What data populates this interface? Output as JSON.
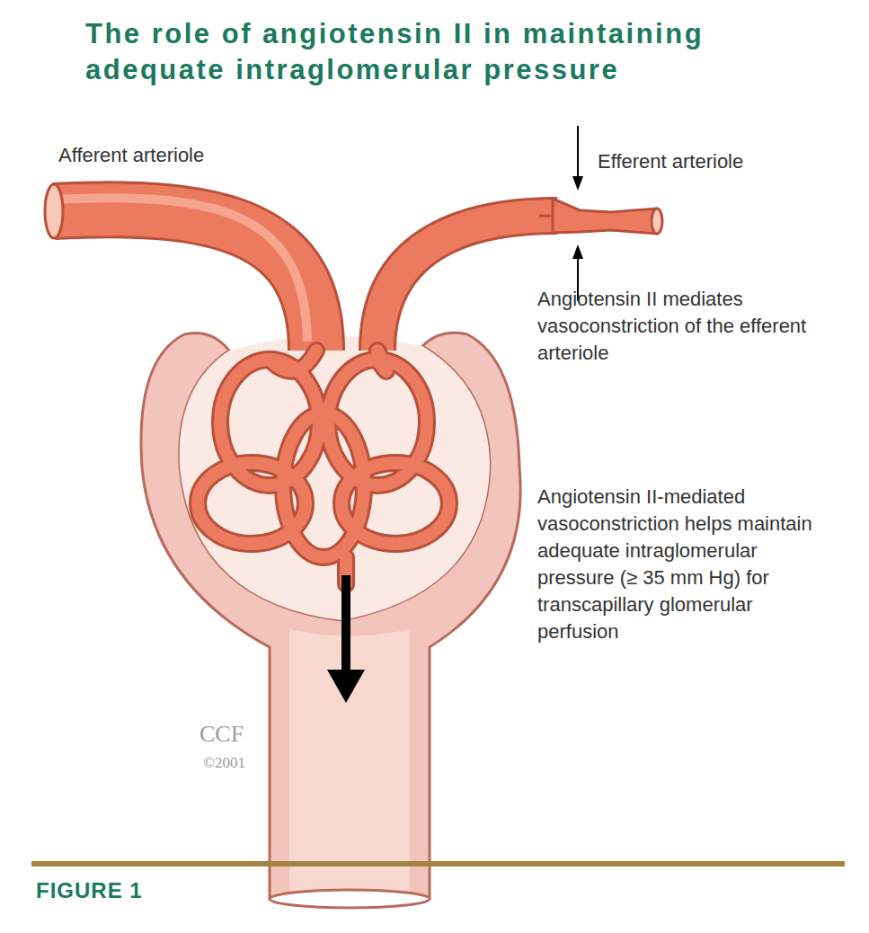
{
  "diagram": {
    "title": "The role of angiotensin II in maintaining adequate intraglomerular pressure",
    "caption": "FIGURE 1",
    "labels": [
      "Afferent arteriole",
      "Efferent arteriole",
      "Angiotensin II mediates vasoconstriction of the efferent arteriole",
      "Angiotensin II-mediated vasoconstriction helps maintain adequate intraglomerular pressure (≥ 35 mm Hg) for transcapillary glomerular perfusion",
      "CCF",
      "©2001"
    ]
  }
}
